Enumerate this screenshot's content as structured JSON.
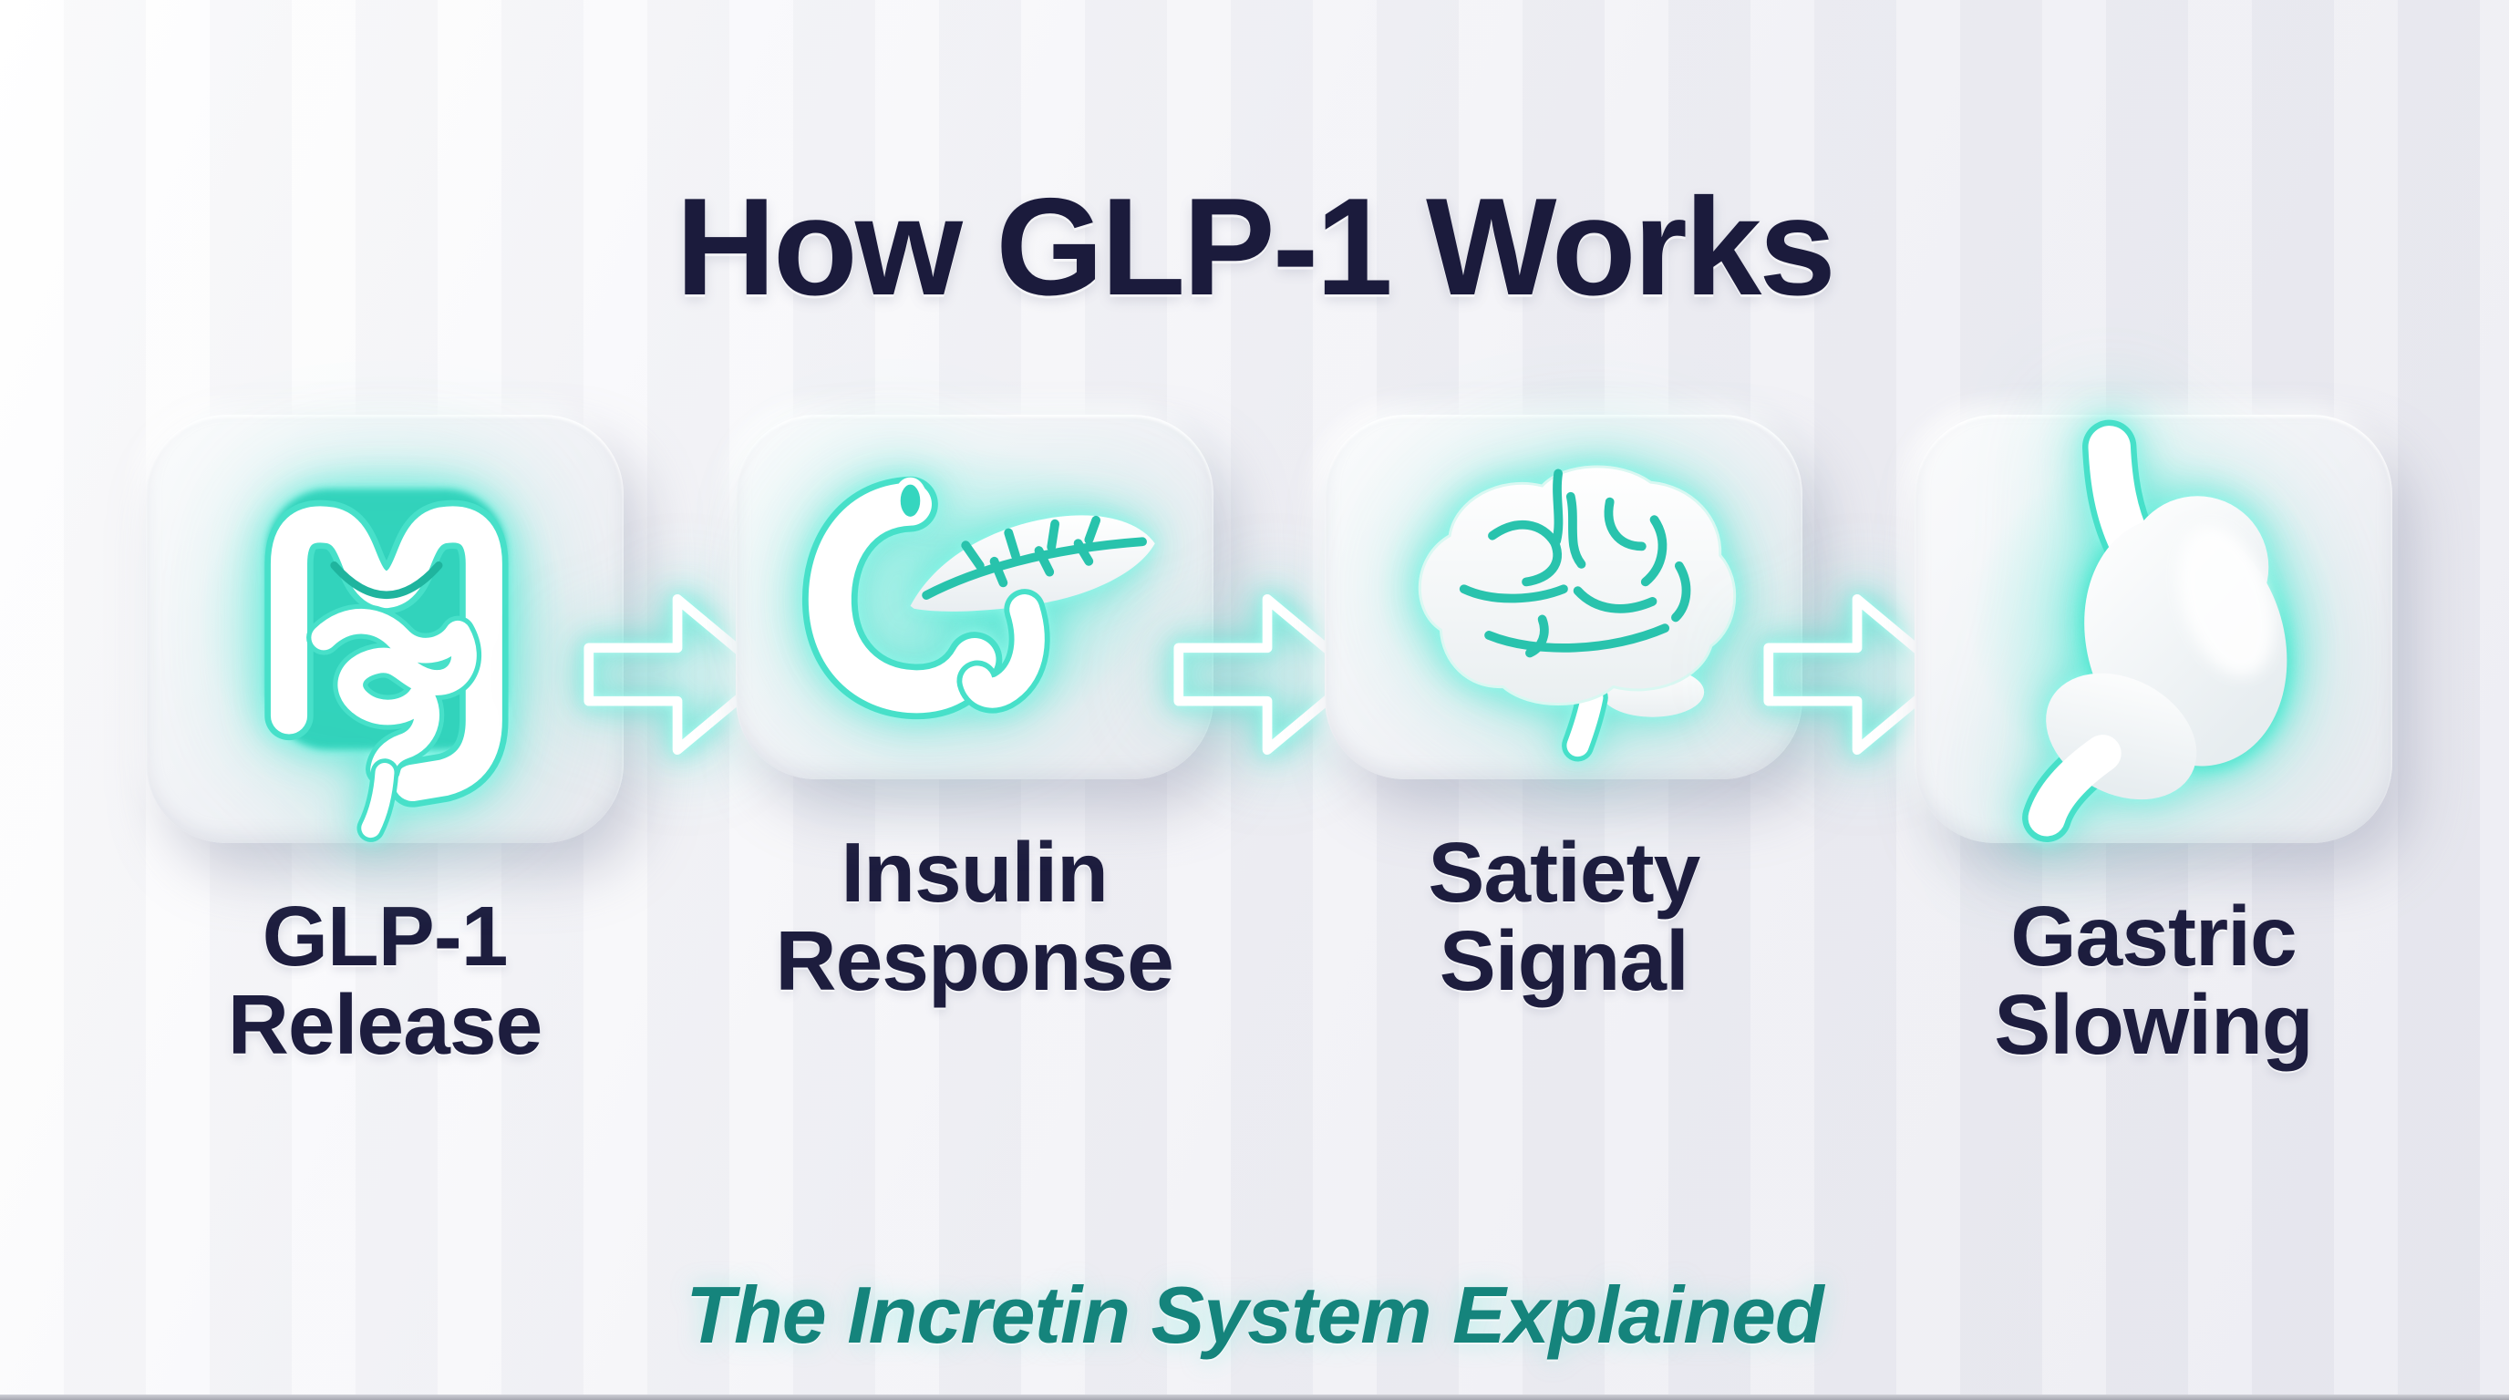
{
  "title": "How GLP-1 Works",
  "subtitle": "The Incretin System Explained",
  "steps": [
    {
      "line1": "GLP-1",
      "line2": "Release",
      "icon": "intestines-icon"
    },
    {
      "line1": "Insulin",
      "line2": "Response",
      "icon": "pancreas-icon"
    },
    {
      "line1": "Satiety",
      "line2": "Signal",
      "icon": "brain-icon"
    },
    {
      "line1": "Gastric",
      "line2": "Slowing",
      "icon": "stomach-icon"
    }
  ],
  "connectors": [
    {
      "icon": "arrow-right-icon"
    },
    {
      "icon": "arrow-right-icon"
    },
    {
      "icon": "arrow-right-icon"
    }
  ],
  "colors": {
    "title_navy": "#1b1b3c",
    "label_navy": "#1d1d3e",
    "subtitle_teal": "#15847c",
    "neon_teal": "#3ee2ca",
    "deep_teal": "#28c3ac",
    "organ_white": "#ffffff",
    "background": "#f0f0f5",
    "card_face": "#eef0f4"
  }
}
